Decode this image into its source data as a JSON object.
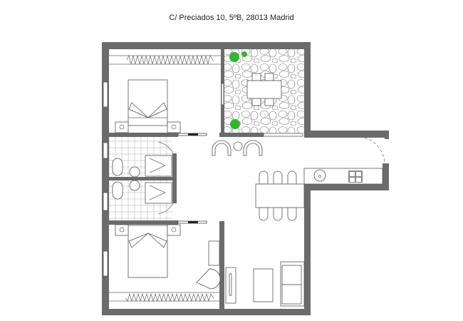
{
  "title": "C/ Preciados 10, 5ºB, 28013 Madrid",
  "colors": {
    "wall": "#6b6b6b",
    "plant": "#2fb52f",
    "background": "#ffffff"
  },
  "rooms": [
    "bedroom",
    "terrace",
    "bathroom",
    "bathroom",
    "bedroom",
    "living-dining",
    "kitchen"
  ]
}
